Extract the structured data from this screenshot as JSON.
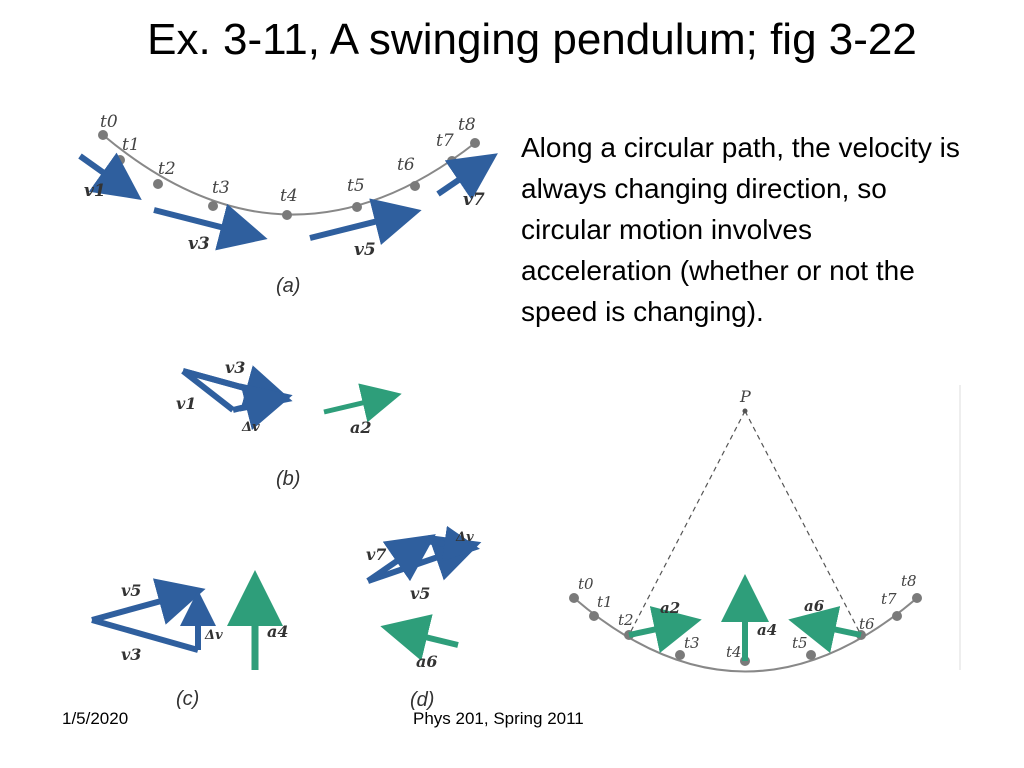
{
  "slide": {
    "title": "Ex. 3-11, A swinging pendulum; fig 3-22",
    "body": "Along a circular path, the velocity is always changing direction, so circular motion involves acceleration (whether or not the speed is changing).",
    "footer_date": "1/5/2020",
    "footer_course": "Phys 201, Spring 2011"
  },
  "figure": {
    "colors": {
      "velocity": "#2f5f9e",
      "acceleration": "#2e9e7a",
      "path": "#888888",
      "dot": "#7a7a7a"
    },
    "panel_a": {
      "caption": "(a)",
      "time_labels": [
        "t0",
        "t1",
        "t2",
        "t3",
        "t4",
        "t5",
        "t6",
        "t7",
        "t8"
      ],
      "velocity_labels": [
        "v1",
        "v3",
        "v5",
        "v7"
      ]
    },
    "panel_b": {
      "caption": "(b)",
      "labels": [
        "v3",
        "v1",
        "Δv",
        "a2"
      ]
    },
    "panel_c": {
      "caption": "(c)",
      "labels": [
        "v5",
        "v3",
        "Δv",
        "a4"
      ]
    },
    "panel_d": {
      "caption": "(d)",
      "labels": [
        "v7",
        "v5",
        "Δv",
        "a6"
      ],
      "pivot_label": "P",
      "time_labels": [
        "t0",
        "t1",
        "t2",
        "t3",
        "t4",
        "t5",
        "t6",
        "t7",
        "t8"
      ],
      "accel_labels": [
        "a2",
        "a4",
        "a6"
      ]
    }
  }
}
